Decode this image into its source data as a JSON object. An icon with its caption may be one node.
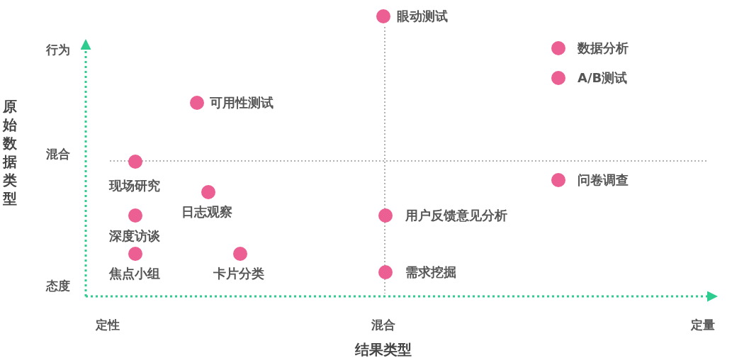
{
  "diagram": {
    "labels": [
      "眼动测试",
      "行为",
      "数据分析",
      "A/B测试",
      "原始数据类型",
      "可用性测试",
      "混合",
      "现场研究",
      "问卷调查",
      "日志观察",
      "用户反馈意见分析",
      "深度访谈",
      "焦点小组",
      "卡片分类",
      "需求挖掘",
      "态度",
      "定性",
      "混合",
      "定量",
      "结果类型"
    ]
  }
}
